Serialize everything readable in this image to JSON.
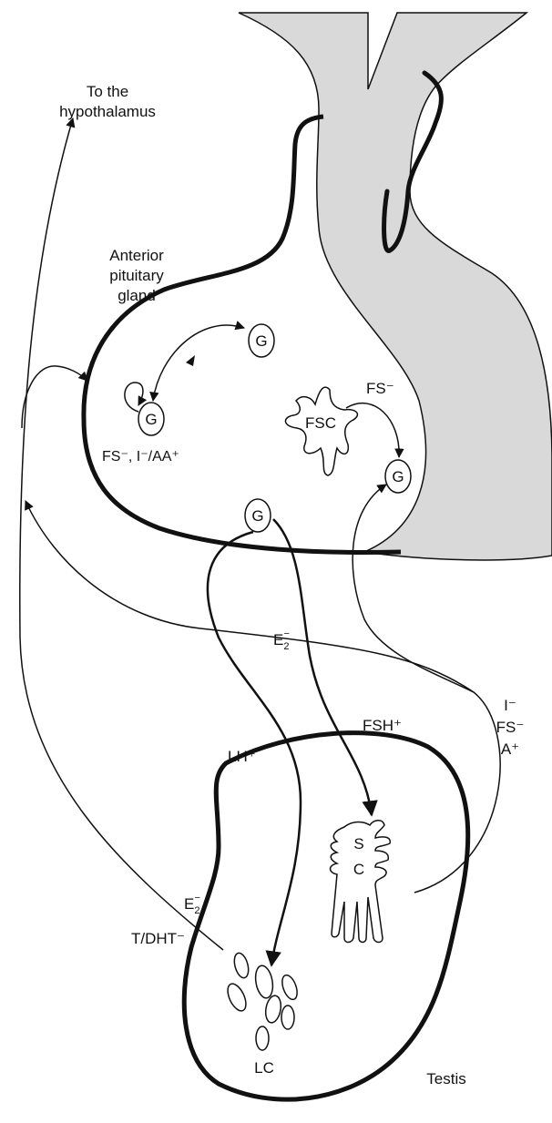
{
  "labels": {
    "hypothalamus_line1": "To the",
    "hypothalamus_line2": "hypothalamus",
    "pituitary_line1": "Anterior",
    "pituitary_line2": "pituitary",
    "pituitary_line3": "gland",
    "gonadotrope": "G",
    "autocrine_feedback": "FS⁻, I⁻/AA⁺",
    "fsc": "FSC",
    "fsc_signal": "FS⁻",
    "e2_upper_base": "E",
    "e2_upper_sub": "2",
    "e2_upper_sup": "−",
    "inhibin": "I⁻",
    "follistatin": "FS⁻",
    "activin": "A⁺",
    "fsh": "FSH⁺",
    "lh": "LH⁺",
    "e2_lower_base": "E",
    "e2_lower_sub": "2",
    "e2_lower_sup": "−",
    "androgens": "T/DHT⁻",
    "sertoli_1": "S",
    "sertoli_2": "C",
    "leydig": "LC",
    "testis": "Testis"
  },
  "colors": {
    "stalk_fill": "#d9d9d9",
    "line": "#111111",
    "background": "#ffffff"
  }
}
